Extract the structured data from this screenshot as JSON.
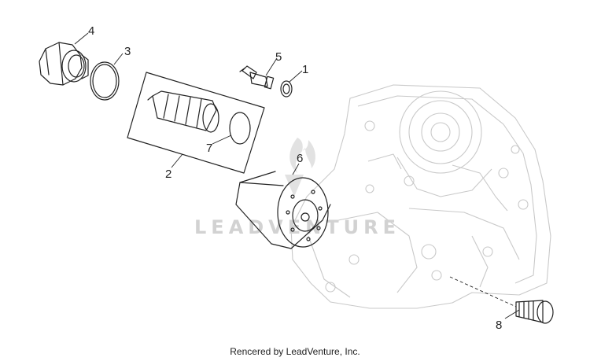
{
  "diagram": {
    "callouts": [
      "4",
      "3",
      "5",
      "1",
      "2",
      "7",
      "6",
      "8"
    ],
    "watermark": "LEADVENTURE",
    "footer": "Rencered by LeadVenture, Inc."
  }
}
